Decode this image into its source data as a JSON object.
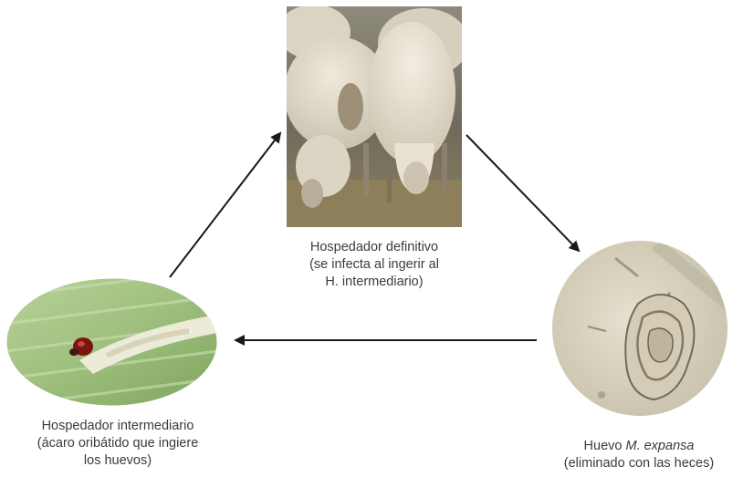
{
  "nodes": {
    "definitive_host": {
      "caption_lines": [
        "Hospedador definitivo",
        "(se infecta al ingerir al",
        "H. intermediario)"
      ],
      "icon": "sheep-photo"
    },
    "egg": {
      "caption_line1_prefix": "Huevo ",
      "caption_line1_italic": "M. expansa",
      "caption_line2": "(eliminado con las heces)",
      "icon": "egg-micrograph"
    },
    "intermediate_host": {
      "caption_lines": [
        "Hospedador intermediario",
        "(ácaro oribátido que ingiere",
        "los huevos)"
      ],
      "icon": "mite-photo"
    }
  },
  "colors": {
    "arrow": "#1a1a1a",
    "text": "#3b3b3b"
  }
}
